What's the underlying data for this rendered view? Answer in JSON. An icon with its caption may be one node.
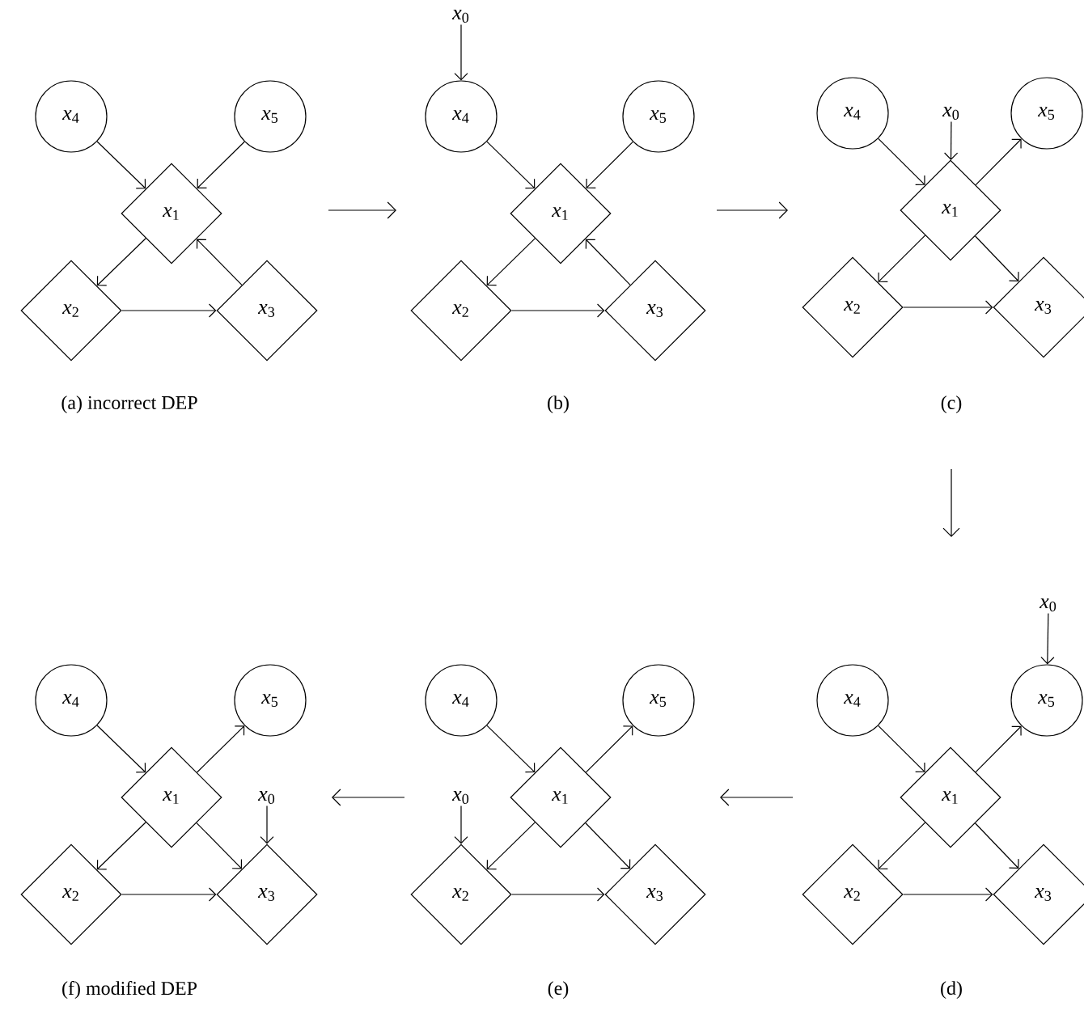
{
  "diagram": {
    "nodes": [
      {
        "text": [
          "*x*$_{4}$"
        ]
      },
      {
        "text": [
          "*x*$_{5}$"
        ]
      },
      {
        "text": [
          "*x*$_{1}$"
        ]
      },
      {
        "text": [
          "*x*$_{2}$"
        ]
      },
      {
        "text": [
          "*x*$_{3}$"
        ]
      },
      {
        "text": [
          "*x*$_{4}$"
        ]
      },
      {
        "text": [
          "*x*$_{5}$"
        ]
      },
      {
        "text": [
          "*x*$_{1}$"
        ]
      },
      {
        "text": [
          "*x*$_{2}$"
        ]
      },
      {
        "text": [
          "*x*$_{3}$"
        ]
      },
      {
        "text": [
          "*x*$_{0}$"
        ]
      },
      {
        "text": [
          "*x*$_{4}$"
        ]
      },
      {
        "text": [
          "*x*$_{5}$"
        ]
      },
      {
        "text": [
          "*x*$_{1}$"
        ]
      },
      {
        "text": [
          "*x*$_{2}$"
        ]
      },
      {
        "text": [
          "*x*$_{3}$"
        ]
      },
      {
        "text": [
          "*x*$_{0}$"
        ]
      },
      {
        "text": [
          "*x*$_{4}$"
        ]
      },
      {
        "text": [
          "*x*$_{5}$"
        ]
      },
      {
        "text": [
          "*x*$_{1}$"
        ]
      },
      {
        "text": [
          "*x*$_{2}$"
        ]
      },
      {
        "text": [
          "*x*$_{3}$"
        ]
      },
      {
        "text": [
          "*x*$_{0}$"
        ]
      },
      {
        "text": [
          "*x*$_{4}$"
        ]
      },
      {
        "text": [
          "*x*$_{5}$"
        ]
      },
      {
        "text": [
          "*x*$_{1}$"
        ]
      },
      {
        "text": [
          "*x*$_{2}$"
        ]
      },
      {
        "text": [
          "*x*$_{3}$"
        ]
      },
      {
        "text": [
          "*x*$_{0}$"
        ]
      },
      {
        "text": [
          "*x*$_{4}$"
        ]
      },
      {
        "text": [
          "*x*$_{5}$"
        ]
      },
      {
        "text": [
          "*x*$_{1}$"
        ]
      },
      {
        "text": [
          "*x*$_{2}$"
        ]
      },
      {
        "text": [
          "*x*$_{3}$"
        ]
      },
      {
        "text": [
          "*x*$_{0}$"
        ]
      }
    ],
    "edges": [
      {
        "from": 0,
        "to": 2,
        "arrow": "to"
      },
      {
        "from": 1,
        "to": 2,
        "arrow": "to"
      },
      {
        "from": 2,
        "to": 3,
        "arrow": "to"
      },
      {
        "from": 3,
        "to": 4,
        "arrow": "to"
      },
      {
        "from": 4,
        "to": 2,
        "arrow": "to"
      },
      {
        "from": 10,
        "to": 5,
        "arrow": "to"
      },
      {
        "from": 5,
        "to": 7,
        "arrow": "to"
      },
      {
        "from": 6,
        "to": 7,
        "arrow": "to"
      },
      {
        "from": 7,
        "to": 8,
        "arrow": "to"
      },
      {
        "from": 8,
        "to": 9,
        "arrow": "to"
      },
      {
        "from": 9,
        "to": 7,
        "arrow": "to"
      },
      {
        "from": 11,
        "to": 13,
        "arrow": "to"
      },
      {
        "from": 16,
        "to": 13,
        "arrow": "to"
      },
      {
        "from": 13,
        "to": 12,
        "arrow": "to"
      },
      {
        "from": 13,
        "to": 14,
        "arrow": "to"
      },
      {
        "from": 13,
        "to": 15,
        "arrow": "to"
      },
      {
        "from": 14,
        "to": 15,
        "arrow": "to"
      },
      {
        "from": 22,
        "to": 18,
        "arrow": "to"
      },
      {
        "from": 17,
        "to": 19,
        "arrow": "to"
      },
      {
        "from": 19,
        "to": 18,
        "arrow": "to"
      },
      {
        "from": 19,
        "to": 20,
        "arrow": "to"
      },
      {
        "from": 19,
        "to": 21,
        "arrow": "to"
      },
      {
        "from": 20,
        "to": 21,
        "arrow": "to"
      },
      {
        "from": 23,
        "to": 25,
        "arrow": "to"
      },
      {
        "from": 25,
        "to": 24,
        "arrow": "to"
      },
      {
        "from": 28,
        "to": 26,
        "arrow": "to"
      },
      {
        "from": 25,
        "to": 26,
        "arrow": "to"
      },
      {
        "from": 25,
        "to": 27,
        "arrow": "to"
      },
      {
        "from": 26,
        "to": 27,
        "arrow": "to"
      },
      {
        "from": 29,
        "to": 31,
        "arrow": "to"
      },
      {
        "from": 31,
        "to": 30,
        "arrow": "to"
      },
      {
        "from": 31,
        "to": 32,
        "arrow": "to"
      },
      {
        "from": 31,
        "to": 33,
        "arrow": "to"
      },
      {
        "from": 32,
        "to": 33,
        "arrow": "to"
      },
      {
        "from": 34,
        "to": 33,
        "arrow": "to"
      }
    ],
    "labels": [
      "(a) incorrect DEP",
      "(b)",
      "(c)",
      "(f) modified DEP",
      "(e)",
      "(d)"
    ]
  }
}
